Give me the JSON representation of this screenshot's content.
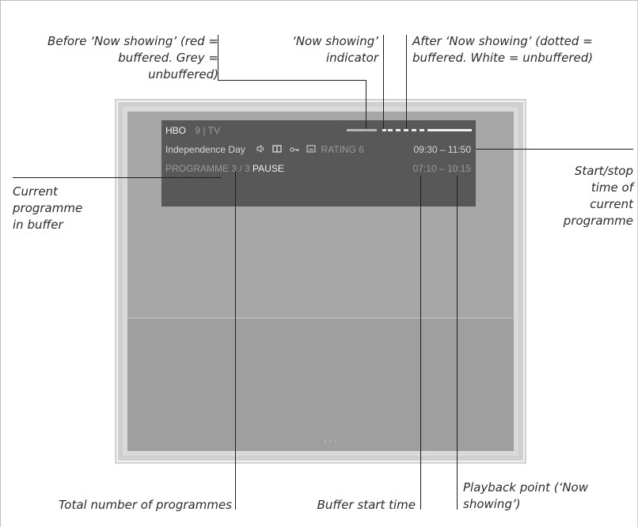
{
  "labels": {
    "before_now": "Before ‘Now showing’ (red =\nbuffered. Grey =\nunbuffered)",
    "now_indicator": "‘Now showing’\nindicator",
    "after_now": "After ‘Now showing’ (dotted =\nbuffered. White = unbuffered)",
    "start_stop": "Start/stop\ntime of\ncurrent\nprogramme",
    "current_programme": "Current\nprogramme\nin buffer",
    "total_programmes": "Total number of programmes",
    "buffer_start": "Buffer start time",
    "playback_point": "Playback point (‘Now\nshowing’)"
  },
  "osd": {
    "channel": "HBO",
    "number": "9",
    "separator": "|",
    "source": "TV",
    "title": "Independence Day",
    "rating": "RATING 6",
    "time_range": "09:30  –  11:50",
    "programme": "PROGRAMME 3 / 3",
    "state": "PAUSE",
    "buffer_range": "07:10  –  10:15"
  },
  "icons": [
    "speaker-icon",
    "book-icon",
    "key-icon",
    "subtitle-icon"
  ]
}
